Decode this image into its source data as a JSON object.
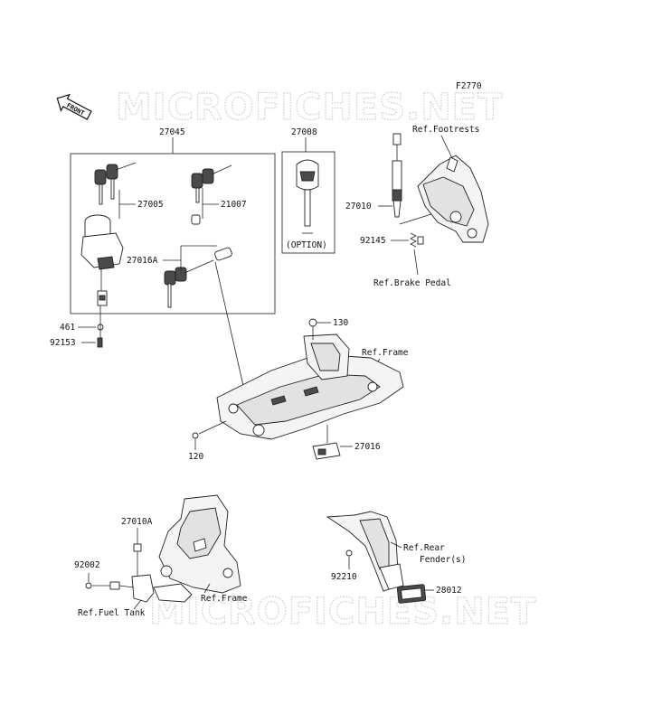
{
  "watermark": {
    "text": "MICROFICHES.NET"
  },
  "figure_code": "F2770",
  "front_badge": "FRONT",
  "labels": {
    "p27045": "27045",
    "p27005": "27005",
    "p21007": "21007",
    "p27016A": "27016A",
    "p461": "461",
    "p92153": "92153",
    "p27008": "27008",
    "option": "(OPTION)",
    "ref_footrests": "Ref.Footrests",
    "p27010": "27010",
    "p92145": "92145",
    "ref_brake_pedal": "Ref.Brake Pedal",
    "p130": "130",
    "ref_frame_top": "Ref.Frame",
    "p120": "120",
    "p27016": "27016",
    "p27010A": "27010A",
    "p92002": "92002",
    "ref_frame_bottom": "Ref.Frame",
    "ref_fuel_tank": "Ref.Fuel Tank",
    "ref_rear_line1": "Ref.Rear",
    "ref_rear_line2": "Fender(s)",
    "p92210": "92210",
    "p28012": "28012"
  },
  "colors": {
    "line": "#222222",
    "watermark": "#cfcfcf",
    "background": "#ffffff"
  }
}
